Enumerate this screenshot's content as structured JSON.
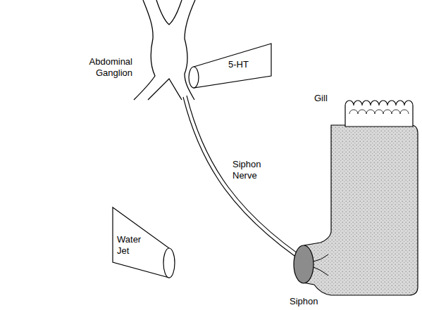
{
  "diagram": {
    "nodes": [
      {
        "text": [
          "5-HT"
        ]
      },
      {
        "text": [
          "Water Jet"
        ]
      }
    ],
    "labels": [
      "Abdominal Ganglion",
      "Siphon Nerve",
      "Gill",
      "Siphon"
    ]
  }
}
